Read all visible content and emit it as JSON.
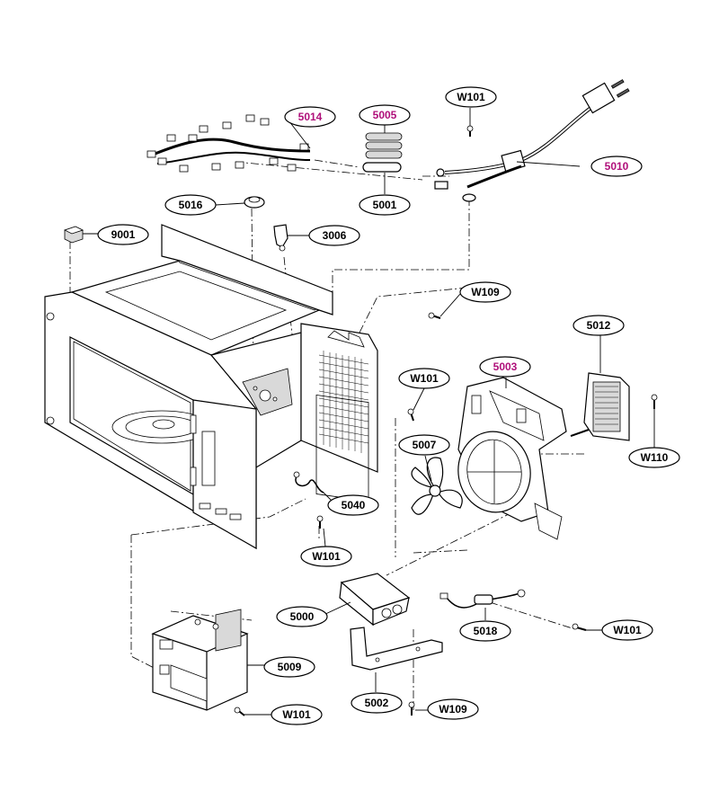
{
  "colors": {
    "ink": "#000000",
    "highlight": "#b0107a",
    "paper": "#ffffff"
  },
  "callouts": [
    {
      "id": "c-5014",
      "label": "5014",
      "highlight": true
    },
    {
      "id": "c-5005",
      "label": "5005",
      "highlight": true
    },
    {
      "id": "c-w101-top",
      "label": "W101",
      "highlight": false
    },
    {
      "id": "c-5010",
      "label": "5010",
      "highlight": true
    },
    {
      "id": "c-5001",
      "label": "5001",
      "highlight": false
    },
    {
      "id": "c-5016",
      "label": "5016",
      "highlight": false
    },
    {
      "id": "c-9001",
      "label": "9001",
      "highlight": false
    },
    {
      "id": "c-3006",
      "label": "3006",
      "highlight": false
    },
    {
      "id": "c-w109-right",
      "label": "W109",
      "highlight": false
    },
    {
      "id": "c-5012",
      "label": "5012",
      "highlight": false
    },
    {
      "id": "c-5003",
      "label": "5003",
      "highlight": true
    },
    {
      "id": "c-w101-mid",
      "label": "W101",
      "highlight": false
    },
    {
      "id": "c-5007",
      "label": "5007",
      "highlight": false
    },
    {
      "id": "c-w110",
      "label": "W110",
      "highlight": false
    },
    {
      "id": "c-5040",
      "label": "5040",
      "highlight": false
    },
    {
      "id": "c-w101-lower",
      "label": "W101",
      "highlight": false
    },
    {
      "id": "c-5000",
      "label": "5000",
      "highlight": false
    },
    {
      "id": "c-5018",
      "label": "5018",
      "highlight": false
    },
    {
      "id": "c-w101-right",
      "label": "W101",
      "highlight": false
    },
    {
      "id": "c-5009",
      "label": "5009",
      "highlight": false
    },
    {
      "id": "c-5002",
      "label": "5002",
      "highlight": false
    },
    {
      "id": "c-w109-bottom",
      "label": "W109",
      "highlight": false
    },
    {
      "id": "c-w101-bottom",
      "label": "W101",
      "highlight": false
    }
  ]
}
